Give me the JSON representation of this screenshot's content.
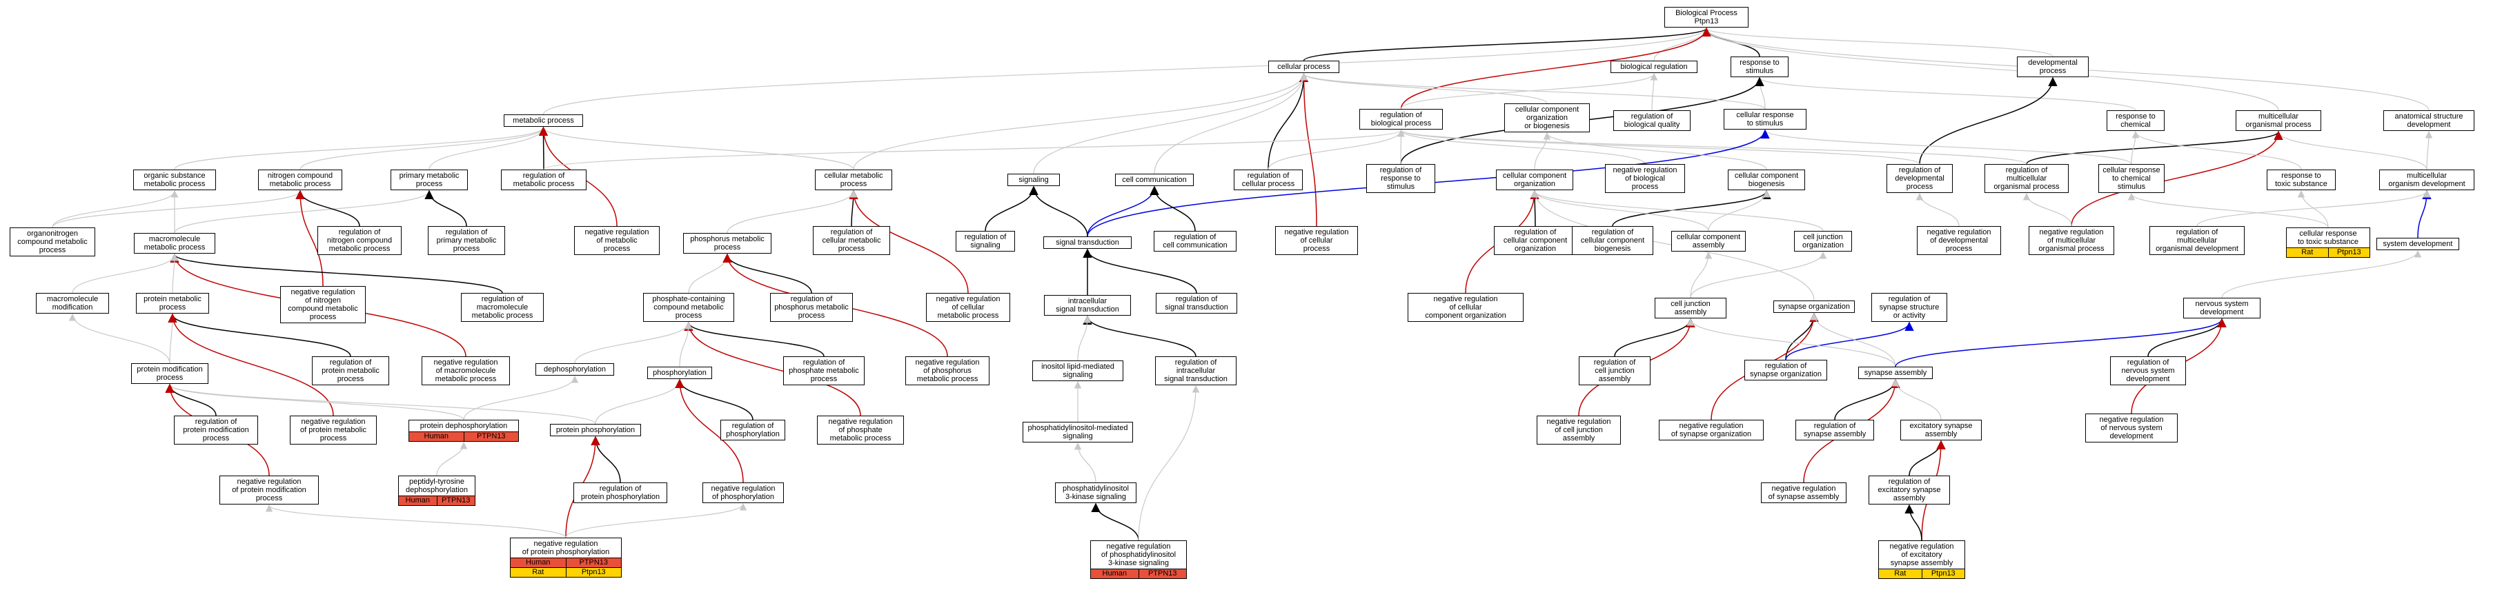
{
  "title": "Biological Process\nPtpn13",
  "colors": {
    "gray_edge": "#c8c8c8",
    "black_edge": "#000000",
    "red_edge": "#c00000",
    "blue_edge": "#0000dd",
    "human_fill": "#e8503a",
    "rat_fill": "#ffd300"
  },
  "nodes": [
    {
      "id": "root",
      "label": "Biological Process\nPtpn13"
    },
    {
      "id": "cellproc",
      "label": "cellular process"
    },
    {
      "id": "bioreg",
      "label": "biological regulation"
    },
    {
      "id": "resp_stim",
      "label": "response to\nstimulus"
    },
    {
      "id": "devproc",
      "label": "developmental\nprocess"
    },
    {
      "id": "metab",
      "label": "metabolic process"
    },
    {
      "id": "reg_bio",
      "label": "regulation of\nbiological process"
    },
    {
      "id": "ccob",
      "label": "cellular component\norganization\nor biogenesis"
    },
    {
      "id": "reg_bq",
      "label": "regulation of\nbiological quality"
    },
    {
      "id": "cell_resp",
      "label": "cellular response\nto stimulus"
    },
    {
      "id": "resp_chem",
      "label": "response to\nchemical"
    },
    {
      "id": "multi_org",
      "label": "multicellular\norganismal process"
    },
    {
      "id": "anat_dev",
      "label": "anatomical structure\ndevelopment"
    },
    {
      "id": "org_sub",
      "label": "organic substance\nmetabolic process"
    },
    {
      "id": "nitro",
      "label": "nitrogen compound\nmetabolic process"
    },
    {
      "id": "prim_met",
      "label": "primary metabolic\nprocess"
    },
    {
      "id": "reg_met",
      "label": "regulation of\nmetabolic process"
    },
    {
      "id": "cell_met",
      "label": "cellular metabolic\nprocess"
    },
    {
      "id": "signaling",
      "label": "signaling"
    },
    {
      "id": "cell_comm",
      "label": "cell communication"
    },
    {
      "id": "reg_cellproc",
      "label": "regulation of\ncellular process"
    },
    {
      "id": "reg_resp",
      "label": "regulation of\nresponse to\nstimulus"
    },
    {
      "id": "ccorg",
      "label": "cellular component\norganization"
    },
    {
      "id": "neg_reg_bio",
      "label": "negative regulation\nof biological\nprocess"
    },
    {
      "id": "ccbio",
      "label": "cellular component\nbiogenesis"
    },
    {
      "id": "reg_dev",
      "label": "regulation of\ndevelopmental\nprocess"
    },
    {
      "id": "reg_multi",
      "label": "regulation of\nmulticellular\norganismal process"
    },
    {
      "id": "cell_resp_chem",
      "label": "cellular response\nto chemical\nstimulus"
    },
    {
      "id": "resp_tox",
      "label": "response to\ntoxic substance"
    },
    {
      "id": "multi_dev",
      "label": "multicellular\norganism development"
    },
    {
      "id": "organonitro",
      "label": "organonitrogen\ncompound metabolic\nprocess"
    },
    {
      "id": "macromol",
      "label": "macromolecule\nmetabolic process"
    },
    {
      "id": "reg_nitro",
      "label": "regulation of\nnitrogen compound\nmetabolic process"
    },
    {
      "id": "reg_prim",
      "label": "regulation of\nprimary metabolic\nprocess"
    },
    {
      "id": "neg_reg_met",
      "label": "negative regulation\nof metabolic\nprocess"
    },
    {
      "id": "phos_met",
      "label": "phosphorus metabolic\nprocess"
    },
    {
      "id": "reg_cell_met",
      "label": "regulation of\ncellular metabolic\nprocess"
    },
    {
      "id": "reg_signaling",
      "label": "regulation of\nsignaling"
    },
    {
      "id": "sig_trans",
      "label": "signal transduction"
    },
    {
      "id": "reg_cell_comm",
      "label": "regulation of\ncell communication"
    },
    {
      "id": "neg_reg_cellproc",
      "label": "negative regulation\nof cellular\nprocess"
    },
    {
      "id": "reg_ccorg",
      "label": "regulation of\ncellular component\norganization"
    },
    {
      "id": "reg_ccbio",
      "label": "regulation of\ncellular component\nbiogenesis"
    },
    {
      "id": "cc_assembly",
      "label": "cellular component\nassembly"
    },
    {
      "id": "cj_org",
      "label": "cell junction\norganization"
    },
    {
      "id": "neg_reg_dev",
      "label": "negative regulation\nof developmental\nprocess"
    },
    {
      "id": "neg_reg_multi",
      "label": "negative regulation\nof multicellular\norganismal process"
    },
    {
      "id": "reg_multi_dev",
      "label": "regulation of\nmulticellular\norganismal development"
    },
    {
      "id": "cell_resp_tox",
      "label": "cellular response\nto toxic substance",
      "ann": [
        [
          "Rat",
          "Ptpn13",
          "rat"
        ]
      ]
    },
    {
      "id": "sys_dev",
      "label": "system development"
    },
    {
      "id": "macro_mod",
      "label": "macromolecule\nmodification"
    },
    {
      "id": "prot_met",
      "label": "protein metabolic\nprocess"
    },
    {
      "id": "neg_reg_nitro",
      "label": "negative regulation\nof nitrogen\ncompound metabolic\nprocess"
    },
    {
      "id": "reg_macro",
      "label": "regulation of\nmacromolecule\nmetabolic process"
    },
    {
      "id": "phos_comp",
      "label": "phosphate-containing\ncompound metabolic\nprocess"
    },
    {
      "id": "reg_phos_met",
      "label": "regulation of\nphosphorus metabolic\nprocess"
    },
    {
      "id": "neg_reg_cell_met",
      "label": "negative regulation\nof cellular\nmetabolic process"
    },
    {
      "id": "intra_sig",
      "label": "intracellular\nsignal transduction"
    },
    {
      "id": "reg_sig_trans",
      "label": "regulation of\nsignal transduction"
    },
    {
      "id": "neg_reg_ccorg",
      "label": "negative regulation\nof cellular\ncomponent organization"
    },
    {
      "id": "cj_assembly",
      "label": "cell junction\nassembly"
    },
    {
      "id": "syn_org",
      "label": "synapse organization"
    },
    {
      "id": "reg_syn_struct",
      "label": "regulation of\nsynapse structure\nor activity"
    },
    {
      "id": "ns_dev",
      "label": "nervous system\ndevelopment"
    },
    {
      "id": "prot_mod",
      "label": "protein modification\nprocess"
    },
    {
      "id": "reg_prot_met",
      "label": "regulation of\nprotein metabolic\nprocess"
    },
    {
      "id": "neg_reg_macro",
      "label": "negative regulation\nof macromolecule\nmetabolic process"
    },
    {
      "id": "dephos",
      "label": "dephosphorylation"
    },
    {
      "id": "phos",
      "label": "phosphorylation"
    },
    {
      "id": "reg_phos_met2",
      "label": "regulation of\nphosphate metabolic\nprocess"
    },
    {
      "id": "neg_reg_phos",
      "label": "negative regulation\nof phosphorus\nmetabolic process"
    },
    {
      "id": "inositol_sig",
      "label": "inositol lipid-mediated\nsignaling"
    },
    {
      "id": "reg_intra_sig",
      "label": "regulation of\nintracellular\nsignal transduction"
    },
    {
      "id": "reg_cj_assembly",
      "label": "regulation of\ncell junction\nassembly"
    },
    {
      "id": "reg_syn_org",
      "label": "regulation of\nsynapse organization"
    },
    {
      "id": "syn_assembly",
      "label": "synapse assembly"
    },
    {
      "id": "reg_ns_dev",
      "label": "regulation of\nnervous system\ndevelopment"
    },
    {
      "id": "reg_prot_mod",
      "label": "regulation of\nprotein modification\nprocess"
    },
    {
      "id": "neg_reg_prot_met",
      "label": "negative regulation\nof protein metabolic\nprocess"
    },
    {
      "id": "prot_dephos",
      "label": "protein dephosphorylation",
      "ann": [
        [
          "Human",
          "PTPN13",
          "human"
        ]
      ]
    },
    {
      "id": "prot_phos",
      "label": "protein phosphorylation"
    },
    {
      "id": "reg_phos",
      "label": "regulation of\nphosphorylation"
    },
    {
      "id": "neg_reg_phosphate",
      "label": "negative regulation\nof phosphate\nmetabolic process"
    },
    {
      "id": "pi_sig",
      "label": "phosphatidylinositol-mediated\nsignaling"
    },
    {
      "id": "neg_reg_cj",
      "label": "negative regulation\nof cell junction\nassembly"
    },
    {
      "id": "neg_reg_syn_org",
      "label": "negative regulation\nof synapse organization"
    },
    {
      "id": "reg_syn_assembly",
      "label": "regulation of\nsynapse assembly"
    },
    {
      "id": "exc_syn",
      "label": "excitatory synapse\nassembly"
    },
    {
      "id": "neg_reg_ns_dev",
      "label": "negative regulation\nof nervous system\ndevelopment"
    },
    {
      "id": "peptidyl_tyr",
      "label": "peptidyl-tyrosine\ndephosphorylation",
      "ann": [
        [
          "Human",
          "PTPN13",
          "human"
        ]
      ]
    },
    {
      "id": "neg_reg_prot_mod",
      "label": "negative regulation\nof protein modification\nprocess"
    },
    {
      "id": "reg_prot_phos",
      "label": "regulation of\nprotein phosphorylation"
    },
    {
      "id": "neg_reg_phos2",
      "label": "negative regulation\nof phosphorylation"
    },
    {
      "id": "pi3k_sig",
      "label": "phosphatidylinositol\n3-kinase signaling"
    },
    {
      "id": "neg_reg_syn_assembly",
      "label": "negative regulation\nof synapse assembly"
    },
    {
      "id": "reg_exc_syn",
      "label": "regulation of\nexcitatory synapse\nassembly"
    },
    {
      "id": "neg_reg_prot_phos",
      "label": "negative regulation\nof protein phosphorylation",
      "ann": [
        [
          "Human",
          "PTPN13",
          "human"
        ],
        [
          "Rat",
          "Ptpn13",
          "rat"
        ]
      ]
    },
    {
      "id": "neg_reg_pi3k",
      "label": "negative regulation\nof phosphatidylinositol\n3-kinase signaling",
      "ann": [
        [
          "Human",
          "PTPN13",
          "human"
        ]
      ]
    },
    {
      "id": "neg_reg_exc_syn",
      "label": "negative regulation\nof excitatory\nsynapse assembly",
      "ann": [
        [
          "Rat",
          "Ptpn13",
          "rat"
        ]
      ]
    }
  ],
  "edges": [
    [
      "cellproc",
      "root",
      "black"
    ],
    [
      "bioreg",
      "root",
      "gray"
    ],
    [
      "resp_stim",
      "root",
      "black"
    ],
    [
      "devproc",
      "root",
      "gray"
    ],
    [
      "metab",
      "root",
      "gray"
    ],
    [
      "multi_org",
      "root",
      "gray"
    ],
    [
      "anat_dev",
      "root",
      "gray"
    ],
    [
      "reg_bio",
      "root",
      "red"
    ],
    [
      "reg_bio",
      "bioreg",
      "gray"
    ],
    [
      "reg_bq",
      "bioreg",
      "gray"
    ],
    [
      "cell_resp",
      "resp_stim",
      "gray"
    ],
    [
      "resp_chem",
      "resp_stim",
      "gray"
    ],
    [
      "reg_resp",
      "resp_stim",
      "black"
    ],
    [
      "ccob",
      "cellproc",
      "gray"
    ],
    [
      "cell_met",
      "metab",
      "gray"
    ],
    [
      "cell_met",
      "cellproc",
      "gray"
    ],
    [
      "reg_cellproc",
      "cellproc",
      "black"
    ],
    [
      "reg_cellproc",
      "reg_bio",
      "gray"
    ],
    [
      "neg_reg_cellproc",
      "cellproc",
      "red"
    ],
    [
      "neg_reg_bio",
      "reg_bio",
      "gray"
    ],
    [
      "reg_resp",
      "reg_bio",
      "gray"
    ],
    [
      "cell_resp",
      "cellproc",
      "gray"
    ],
    [
      "cell_comm",
      "cellproc",
      "gray"
    ],
    [
      "signaling",
      "cellproc",
      "gray"
    ],
    [
      "reg_dev",
      "devproc",
      "black"
    ],
    [
      "reg_dev",
      "reg_bio",
      "gray"
    ],
    [
      "multi_dev",
      "multi_org",
      "gray"
    ],
    [
      "multi_dev",
      "anat_dev",
      "gray"
    ],
    [
      "reg_multi",
      "multi_org",
      "black"
    ],
    [
      "reg_multi",
      "reg_bio",
      "gray"
    ],
    [
      "neg_reg_multi",
      "multi_org",
      "red"
    ],
    [
      "resp_tox",
      "resp_chem",
      "gray"
    ],
    [
      "cell_resp_chem",
      "resp_chem",
      "gray"
    ],
    [
      "cell_resp_chem",
      "cell_resp",
      "gray"
    ],
    [
      "cell_resp_tox",
      "resp_tox",
      "gray"
    ],
    [
      "cell_resp_tox",
      "cell_resp_chem",
      "gray"
    ],
    [
      "org_sub",
      "metab",
      "gray"
    ],
    [
      "nitro",
      "metab",
      "gray"
    ],
    [
      "prim_met",
      "metab",
      "gray"
    ],
    [
      "reg_met",
      "metab",
      "black"
    ],
    [
      "neg_reg_met",
      "metab",
      "red"
    ],
    [
      "reg_met",
      "reg_bio",
      "gray"
    ],
    [
      "organonitro",
      "nitro",
      "gray"
    ],
    [
      "organonitro",
      "org_sub",
      "gray"
    ],
    [
      "macromol",
      "org_sub",
      "gray"
    ],
    [
      "macromol",
      "prim_met",
      "gray"
    ],
    [
      "reg_nitro",
      "nitro",
      "black"
    ],
    [
      "reg_prim",
      "prim_met",
      "black"
    ],
    [
      "neg_reg_nitro",
      "nitro",
      "red"
    ],
    [
      "reg_cell_met",
      "cell_met",
      "black"
    ],
    [
      "neg_reg_cell_met",
      "cell_met",
      "red"
    ],
    [
      "phos_met",
      "cell_met",
      "gray"
    ],
    [
      "reg_macro",
      "macromol",
      "black"
    ],
    [
      "neg_reg_macro",
      "macromol",
      "red"
    ],
    [
      "macro_mod",
      "macromol",
      "gray"
    ],
    [
      "prot_met",
      "macromol",
      "gray"
    ],
    [
      "prot_mod",
      "prot_met",
      "gray"
    ],
    [
      "reg_prot_met",
      "prot_met",
      "black"
    ],
    [
      "neg_reg_prot_met",
      "prot_met",
      "red"
    ],
    [
      "prot_mod",
      "macro_mod",
      "gray"
    ],
    [
      "phos_comp",
      "phos_met",
      "gray"
    ],
    [
      "reg_phos_met",
      "phos_met",
      "black"
    ],
    [
      "neg_reg_phos",
      "phos_met",
      "red"
    ],
    [
      "reg_phos_met2",
      "phos_comp",
      "black"
    ],
    [
      "neg_reg_phosphate",
      "phos_comp",
      "red"
    ],
    [
      "phos",
      "phos_comp",
      "gray"
    ],
    [
      "dephos",
      "phos_comp",
      "gray"
    ],
    [
      "prot_phos",
      "phos",
      "gray"
    ],
    [
      "prot_phos",
      "prot_mod",
      "gray"
    ],
    [
      "prot_dephos",
      "dephos",
      "gray"
    ],
    [
      "prot_dephos",
      "prot_mod",
      "gray"
    ],
    [
      "peptidyl_tyr",
      "prot_dephos",
      "gray"
    ],
    [
      "reg_phos",
      "phos",
      "black"
    ],
    [
      "neg_reg_phos2",
      "phos",
      "red"
    ],
    [
      "reg_prot_phos",
      "prot_phos",
      "black"
    ],
    [
      "neg_reg_prot_phos",
      "prot_phos",
      "red"
    ],
    [
      "neg_reg_prot_phos",
      "neg_reg_phos2",
      "gray"
    ],
    [
      "neg_reg_prot_phos",
      "neg_reg_prot_mod",
      "gray"
    ],
    [
      "reg_prot_mod",
      "prot_mod",
      "black"
    ],
    [
      "neg_reg_prot_mod",
      "prot_mod",
      "red"
    ],
    [
      "sig_trans",
      "signaling",
      "black"
    ],
    [
      "sig_trans",
      "cell_comm",
      "blue"
    ],
    [
      "sig_trans",
      "cell_resp",
      "blue"
    ],
    [
      "reg_signaling",
      "signaling",
      "black"
    ],
    [
      "reg_cell_comm",
      "cell_comm",
      "black"
    ],
    [
      "reg_sig_trans",
      "sig_trans",
      "black"
    ],
    [
      "intra_sig",
      "sig_trans",
      "black"
    ],
    [
      "reg_intra_sig",
      "intra_sig",
      "black"
    ],
    [
      "inositol_sig",
      "intra_sig",
      "gray"
    ],
    [
      "pi_sig",
      "inositol_sig",
      "gray"
    ],
    [
      "pi3k_sig",
      "pi_sig",
      "gray"
    ],
    [
      "neg_reg_pi3k",
      "pi3k_sig",
      "black"
    ],
    [
      "neg_reg_pi3k",
      "reg_intra_sig",
      "gray"
    ],
    [
      "ccorg",
      "ccob",
      "gray"
    ],
    [
      "ccbio",
      "ccob",
      "gray"
    ],
    [
      "reg_ccorg",
      "ccorg",
      "black"
    ],
    [
      "neg_reg_ccorg",
      "ccorg",
      "red"
    ],
    [
      "reg_ccbio",
      "ccbio",
      "black"
    ],
    [
      "cc_assembly",
      "ccbio",
      "gray"
    ],
    [
      "cc_assembly",
      "ccorg",
      "gray"
    ],
    [
      "cj_org",
      "ccorg",
      "gray"
    ],
    [
      "cj_assembly",
      "cj_org",
      "gray"
    ],
    [
      "cj_assembly",
      "cc_assembly",
      "gray"
    ],
    [
      "reg_cj_assembly",
      "cj_assembly",
      "black"
    ],
    [
      "neg_reg_cj",
      "cj_assembly",
      "red"
    ],
    [
      "syn_org",
      "ccorg",
      "gray"
    ],
    [
      "reg_syn_org",
      "syn_org",
      "black"
    ],
    [
      "neg_reg_syn_org",
      "syn_org",
      "red"
    ],
    [
      "reg_syn_org",
      "reg_syn_struct",
      "blue"
    ],
    [
      "syn_assembly",
      "cj_assembly",
      "gray"
    ],
    [
      "syn_assembly",
      "syn_org",
      "gray"
    ],
    [
      "reg_syn_assembly",
      "syn_assembly",
      "black"
    ],
    [
      "neg_reg_syn_assembly",
      "syn_assembly",
      "red"
    ],
    [
      "exc_syn",
      "syn_assembly",
      "gray"
    ],
    [
      "reg_exc_syn",
      "exc_syn",
      "black"
    ],
    [
      "neg_reg_exc_syn",
      "exc_syn",
      "red"
    ],
    [
      "neg_reg_exc_syn",
      "reg_exc_syn",
      "black"
    ],
    [
      "syn_assembly",
      "ns_dev",
      "blue"
    ],
    [
      "reg_ns_dev",
      "ns_dev",
      "black"
    ],
    [
      "neg_reg_ns_dev",
      "ns_dev",
      "red"
    ],
    [
      "ns_dev",
      "sys_dev",
      "gray"
    ],
    [
      "sys_dev",
      "multi_dev",
      "blue"
    ],
    [
      "reg_multi_dev",
      "multi_dev",
      "gray"
    ],
    [
      "neg_reg_dev",
      "reg_dev",
      "gray"
    ],
    [
      "neg_reg_multi",
      "reg_multi",
      "gray"
    ]
  ]
}
